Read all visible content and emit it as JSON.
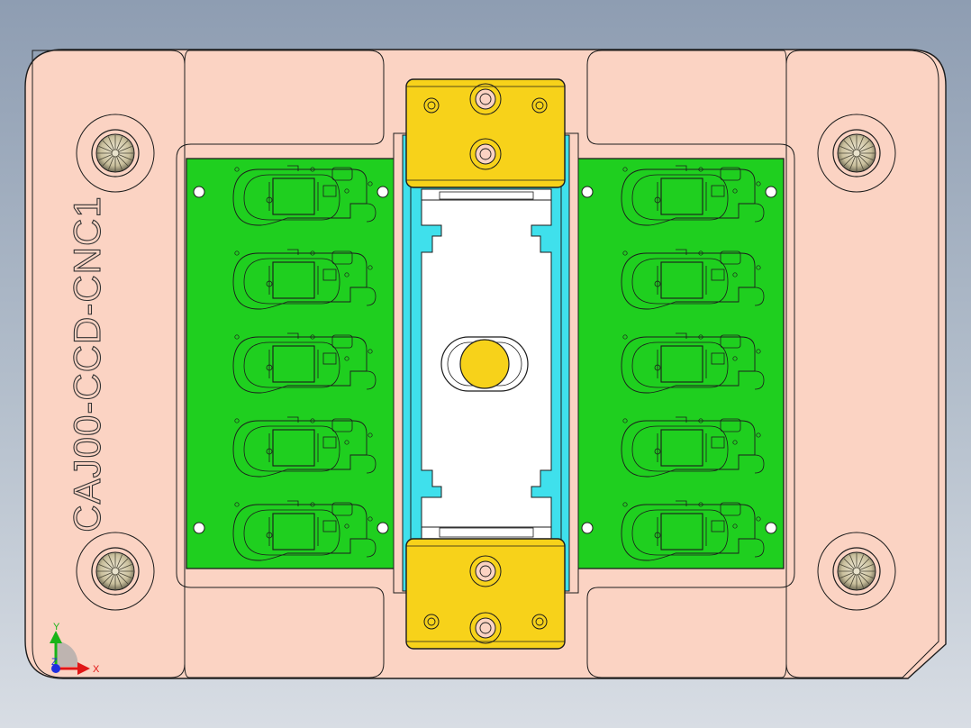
{
  "drawing": {
    "engraving_text": "CAJ00-CCD-CNC1",
    "colors": {
      "background_top": "#8e9db2",
      "background_bottom": "#d8dde4",
      "base_plate": "#fbd3c3",
      "pcb_green": "#1fcf1f",
      "clamp_yellow": "#f7d21a",
      "channel_cyan": "#3fe0ec",
      "outline": "#1c1c1c"
    },
    "pcb_panels": {
      "left_board_count": 5,
      "right_board_count": 5
    }
  },
  "triad": {
    "x_label": "X",
    "y_label": "Y",
    "z_label": "Z",
    "x_color": "#e01616",
    "y_color": "#18b418",
    "z_color": "#1e2ee0"
  }
}
